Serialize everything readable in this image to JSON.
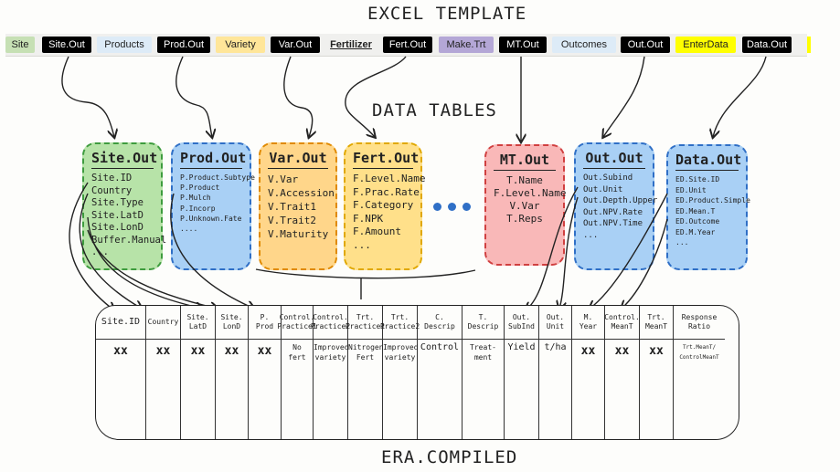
{
  "titles": {
    "excel_template": "EXCEL TEMPLATE",
    "data_tables": "DATA TABLES",
    "era_compiled": "ERA.COMPILED"
  },
  "tabs": [
    {
      "label": "Site",
      "bg": "#c6e0b4",
      "fg": "#222222"
    },
    {
      "label": "Site.Out",
      "bg": "#000000",
      "fg": "#ffffff"
    },
    {
      "label": "Products",
      "bg": "#ddebf7",
      "fg": "#222222"
    },
    {
      "label": "Prod.Out",
      "bg": "#000000",
      "fg": "#ffffff"
    },
    {
      "label": "Variety",
      "bg": "#ffe699",
      "fg": "#222222"
    },
    {
      "label": "Var.Out",
      "bg": "#000000",
      "fg": "#ffffff"
    },
    {
      "label": "Fertilizer",
      "bg": "#f0f0ee",
      "fg": "#222222"
    },
    {
      "label": "Fert.Out",
      "bg": "#000000",
      "fg": "#ffffff"
    },
    {
      "label": "Make.Trt",
      "bg": "#b4a7d6",
      "fg": "#222222"
    },
    {
      "label": "MT.Out",
      "bg": "#000000",
      "fg": "#ffffff"
    },
    {
      "label": "Outcomes",
      "bg": "#ddebf7",
      "fg": "#222222"
    },
    {
      "label": "Out.Out",
      "bg": "#000000",
      "fg": "#ffffff"
    },
    {
      "label": "EnterData",
      "bg": "#ffff00",
      "fg": "#222222"
    },
    {
      "label": "Data.Out",
      "bg": "#000000",
      "fg": "#ffffff"
    }
  ],
  "tables": [
    {
      "title": "Site.Out",
      "bg": "#b7e3a8",
      "border": "#3e9c3e",
      "fields": [
        "Site.ID",
        "Country",
        "Site.Type",
        "Site.LatD",
        "Site.LonD",
        "Buffer.Manual",
        "..."
      ]
    },
    {
      "title": "Prod.Out",
      "bg": "#a9d0f5",
      "border": "#2f6fc6",
      "fields": [
        "P.Product.Subtype",
        "P.Product",
        "P.Mulch",
        "P.Incorp",
        "P.Unknown.Fate",
        "...."
      ]
    },
    {
      "title": "Var.Out",
      "bg": "#ffd68a",
      "border": "#e08a00",
      "fields": [
        "V.Var",
        "V.Accession",
        "V.Trait1",
        "V.Trait2",
        "V.Maturity"
      ]
    },
    {
      "title": "Fert.Out",
      "bg": "#ffe08a",
      "border": "#e0a800",
      "fields": [
        "F.Level.Name",
        "F.Prac.Rate",
        "F.Category",
        "F.NPK",
        "F.Amount",
        "..."
      ]
    },
    {
      "title": "MT.Out",
      "bg": "#f9b8b8",
      "border": "#d04040",
      "fields": [
        "T.Name",
        "F.Level.Name",
        "V.Var",
        "T.Reps"
      ]
    },
    {
      "title": "Out.Out",
      "bg": "#a9d0f5",
      "border": "#2f6fc6",
      "fields": [
        "Out.Subind",
        "Out.Unit",
        "Out.Depth.Upper",
        "Out.NPV.Rate",
        "Out.NPV.Time",
        "..."
      ]
    },
    {
      "title": "Data.Out",
      "bg": "#a9d0f5",
      "border": "#2f6fc6",
      "fields": [
        "ED.Site.ID",
        "ED.Unit",
        "ED.Product.Simple",
        "ED.Mean.T",
        "ED.Outcome",
        "ED.M.Year",
        "..."
      ]
    }
  ],
  "era_columns": [
    {
      "header": "Site.ID",
      "value": "xx"
    },
    {
      "header": "Country",
      "value": "xx"
    },
    {
      "header": "Site.\nLatD",
      "value": "xx"
    },
    {
      "header": "Site.\nLonD",
      "value": "xx"
    },
    {
      "header": "P.\nProd",
      "value": "xx"
    },
    {
      "header": "Control.\nPractice1",
      "value": "No\nfert"
    },
    {
      "header": "Control.\nPractice2",
      "value": "Improved\nvariety"
    },
    {
      "header": "Trt.\nPractice1",
      "value": "Nitrogen\nFert"
    },
    {
      "header": "Trt.\nPractice2",
      "value": "Improved\nvariety"
    },
    {
      "header": "C.\nDescrip",
      "value": "Control"
    },
    {
      "header": "T.\nDescrip",
      "value": "Treat-\nment"
    },
    {
      "header": "Out.\nSubInd",
      "value": "Yield"
    },
    {
      "header": "Out.\nUnit",
      "value": "t/ha"
    },
    {
      "header": "M.\nYear",
      "value": "xx"
    },
    {
      "header": "Control.\nMeanT",
      "value": "xx"
    },
    {
      "header": "Trt.\nMeanT",
      "value": "xx"
    },
    {
      "header": "Response\nRatio",
      "value": "Trt.MeanT/\nControlMeanT"
    }
  ]
}
